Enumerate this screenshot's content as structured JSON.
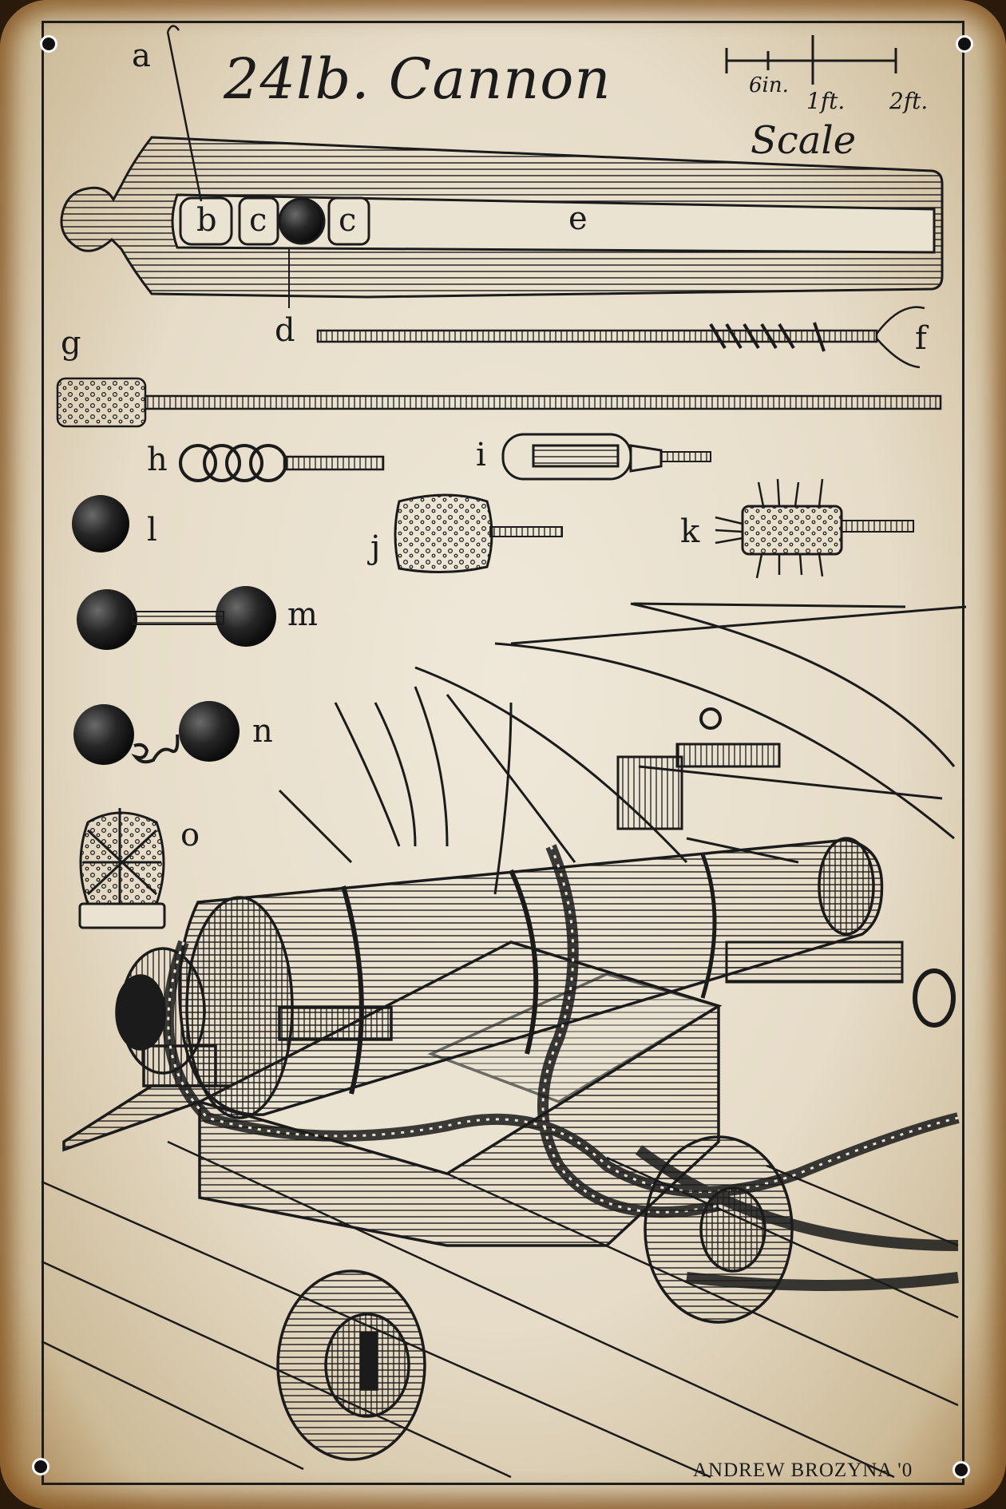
{
  "title": "24lb. Cannon",
  "scale": {
    "tick_6in": "6in.",
    "tick_1ft": "1ft.",
    "tick_2ft": "2ft.",
    "label": "Scale"
  },
  "labels": {
    "a": "a",
    "b": "b",
    "c1": "c",
    "c2": "c",
    "d": "d",
    "e": "e",
    "f": "f",
    "g": "g",
    "h": "h",
    "i": "i",
    "j": "j",
    "k": "k",
    "l": "l",
    "m": "m",
    "n": "n",
    "o": "o"
  },
  "credit": "ANDREW BROZYNA '0",
  "colors": {
    "ink": "#1b1b1b",
    "paper": "#ebe3d2",
    "rust": "#a27a45"
  }
}
